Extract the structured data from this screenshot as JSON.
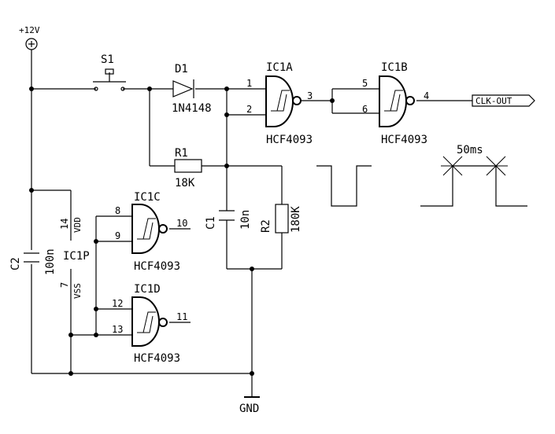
{
  "power": {
    "supply_label": "+12V",
    "ground_label": "GND"
  },
  "switch": {
    "ref": "S1"
  },
  "diode": {
    "ref": "D1",
    "part": "1N4148"
  },
  "resistors": [
    {
      "ref": "R1",
      "value": "18K"
    },
    {
      "ref": "R2",
      "value": "180K"
    }
  ],
  "capacitors": [
    {
      "ref": "C1",
      "value": "10n"
    },
    {
      "ref": "C2",
      "value": "100n"
    }
  ],
  "gates": [
    {
      "ref": "IC1A",
      "part": "HCF4093",
      "in1": "1",
      "in2": "2",
      "out": "3"
    },
    {
      "ref": "IC1B",
      "part": "HCF4093",
      "in1": "5",
      "in2": "6",
      "out": "4"
    },
    {
      "ref": "IC1C",
      "part": "HCF4093",
      "in1": "8",
      "in2": "9",
      "out": "10"
    },
    {
      "ref": "IC1D",
      "part": "HCF4093",
      "in1": "12",
      "in2": "13",
      "out": "11"
    }
  ],
  "power_pins": {
    "ref": "IC1P",
    "vdd_pin": "14",
    "vdd_label": "VDD",
    "vss_pin": "7",
    "vss_label": "VSS"
  },
  "output": {
    "label": "CLK-OUT"
  },
  "pulse_width": "50ms"
}
